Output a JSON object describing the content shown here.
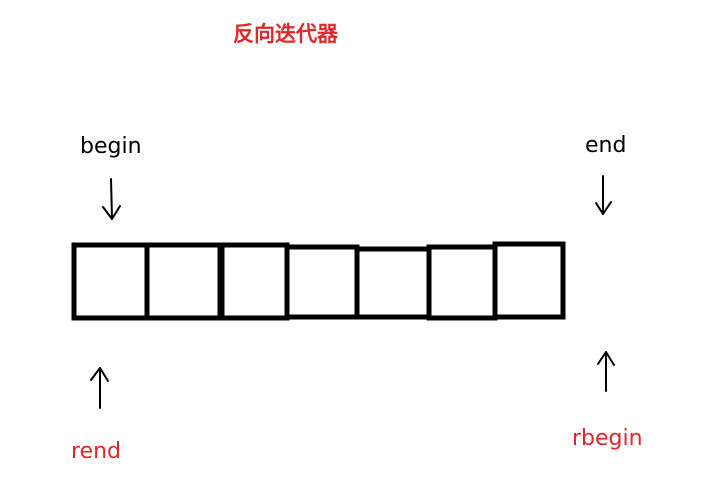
{
  "title": "反向迭代器",
  "labels": {
    "begin": "begin",
    "end": "end",
    "rend": "rend",
    "rbegin": "rbegin"
  },
  "array": {
    "cell_count": 7
  },
  "colors": {
    "title": "#e0262b",
    "reverse_label": "#e0262b",
    "forward_label": "#000000",
    "stroke": "#000000"
  },
  "arrows": {
    "begin": "down",
    "end": "down",
    "rend": "up",
    "rbegin": "up"
  }
}
